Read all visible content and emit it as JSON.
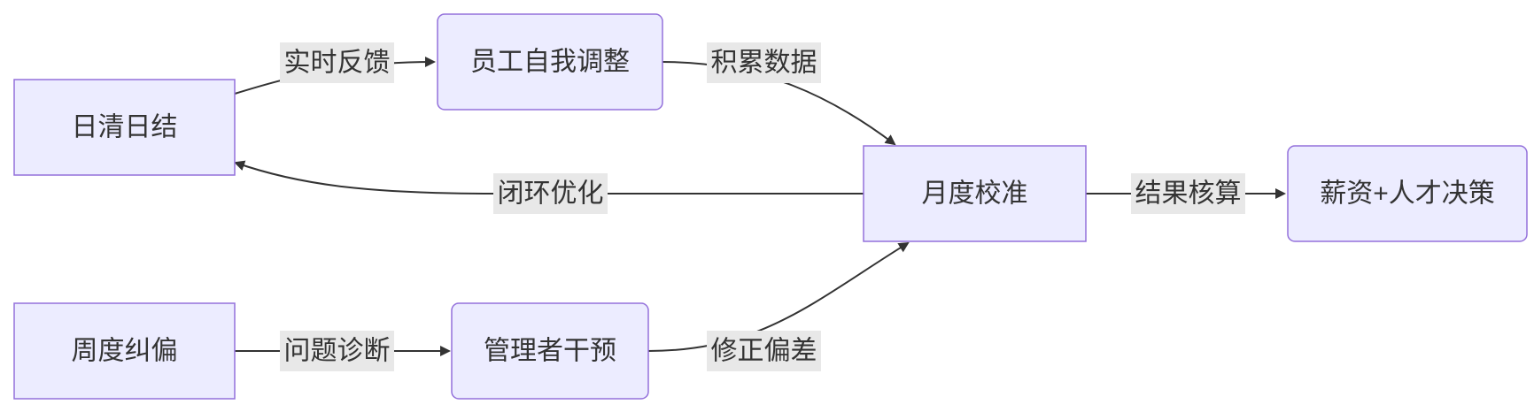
{
  "diagram": {
    "type": "flowchart",
    "colors": {
      "node_fill": "#ECECFF",
      "node_stroke": "#9370DB",
      "edge": "#333333",
      "label_bg": "#E8E8E8",
      "text": "#333333"
    },
    "nodes": {
      "daily": "日清日结",
      "adjust": "员工自我调整",
      "monthly": "月度校准",
      "decision": "薪资+人才决策",
      "weekly": "周度纠偏",
      "manager": "管理者干预"
    },
    "edges": {
      "daily_to_adjust": "实时反馈",
      "adjust_to_monthly": "积累数据",
      "monthly_to_daily": "闭环优化",
      "monthly_to_decision": "结果核算",
      "weekly_to_manager": "问题诊断",
      "manager_to_monthly": "修正偏差"
    }
  }
}
